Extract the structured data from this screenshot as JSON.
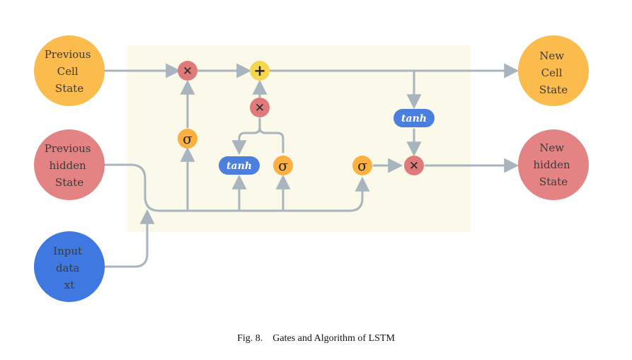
{
  "diagram": {
    "previous_cell_state": [
      "Previous",
      "Cell",
      "State"
    ],
    "previous_hidden_state": [
      "Previous",
      "hidden",
      "State"
    ],
    "input_data": [
      "Input",
      "data",
      "xt"
    ],
    "new_cell_state": [
      "New",
      "Cell",
      "State"
    ],
    "new_hidden_state": [
      "New",
      "hidden",
      "State"
    ],
    "ops": {
      "multiply": "✕",
      "add": "+",
      "sigma": "σ",
      "tanh": "tanh"
    },
    "colors": {
      "cell_node": "#fbbb4d",
      "hidden_node": "#e48383",
      "input_node": "#3e78e0",
      "panel": "#fbf9e9",
      "connector": "#a8b5bf",
      "multiply_op": "#e07a7a",
      "add_op": "#f6d64c",
      "sigma_op": "#fbb040",
      "tanh_op": "#4a7fe0"
    }
  },
  "caption": {
    "number": "Fig. 8.",
    "text": "Gates and Algorithm of LSTM"
  }
}
